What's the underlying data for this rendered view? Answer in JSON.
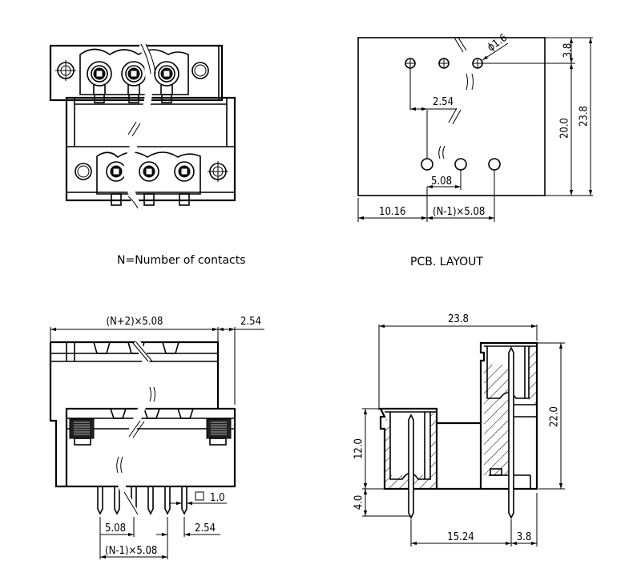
{
  "captions": {
    "contacts_note": "N=Number of contacts",
    "pcb_layout": "PCB. LAYOUT"
  },
  "top_view": {
    "contacts_shown": 3
  },
  "pcb_layout": {
    "hole_dia": "ϕ1.6",
    "dim_top_offset": "3.8",
    "dim_row_spacing": "20.0",
    "dim_total_height": "23.8",
    "dim_row_offset": "2.54",
    "dim_pitch": "5.08",
    "dim_left": "10.16",
    "dim_span": "(N-1)×5.08"
  },
  "front_view": {
    "dim_width": "(N+2)×5.08",
    "dim_offset": "2.54",
    "dim_pin_square": "□ 1.0",
    "dim_pitch": "5.08",
    "dim_pin_offset": "2.54",
    "dim_span": "(N-1)×5.08",
    "pins_shown": 6
  },
  "side_view": {
    "dim_depth": "23.8",
    "dim_height_tall": "22.0",
    "dim_height_short": "12.0",
    "dim_pin_length": "4.0",
    "dim_pin_spacing": "15.24",
    "dim_rear_offset": "3.8"
  },
  "colors": {
    "line": "#000000",
    "background": "#ffffff"
  }
}
